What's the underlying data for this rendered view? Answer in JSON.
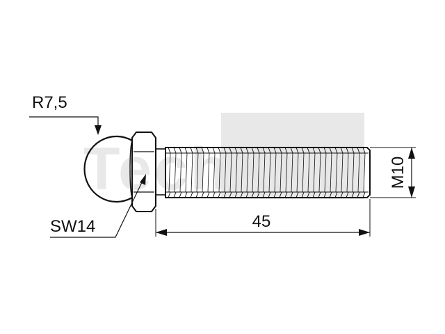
{
  "labels": {
    "radius": "R7,5",
    "wrench_size": "SW14",
    "length": "45",
    "thread": "M10"
  },
  "watermark": {
    "text": "TechXXL",
    "color": "#e0e0e0"
  },
  "colors": {
    "ink": "#111111",
    "background": "#ffffff"
  }
}
